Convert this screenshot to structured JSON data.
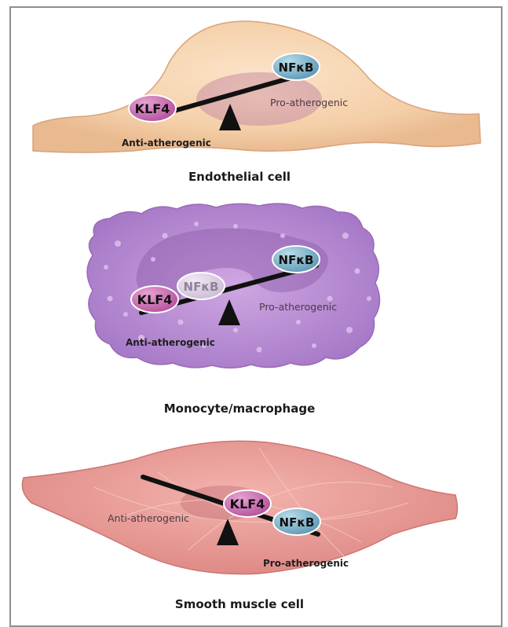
{
  "panels": [
    {
      "caption": "Endothelial cell",
      "anti_label": "Anti-atherogenic",
      "pro_label": "Pro-atherogenic",
      "left_pills": [
        "KLF4"
      ],
      "right_pills": [
        "NFκB"
      ]
    },
    {
      "caption": "Monocyte/macrophage",
      "anti_label": "Anti-atherogenic",
      "pro_label": "Pro-atherogenic",
      "left_pills": [
        "KLF4",
        "NFκB"
      ],
      "right_pills": [
        "NFκB"
      ]
    },
    {
      "caption": "Smooth muscle cell",
      "anti_label": "Anti-atherogenic",
      "pro_label": "Pro-atherogenic",
      "left_pills": [],
      "right_pills": [
        "KLF4",
        "NFκB"
      ]
    }
  ],
  "colors": {
    "klf4": "#c85aa8",
    "nfkb": "#6aa6c0",
    "endothelial": "#f6d2ad",
    "macrophage": "#b48ad0",
    "smooth_muscle": "#e99a95",
    "beam": "#111111"
  }
}
